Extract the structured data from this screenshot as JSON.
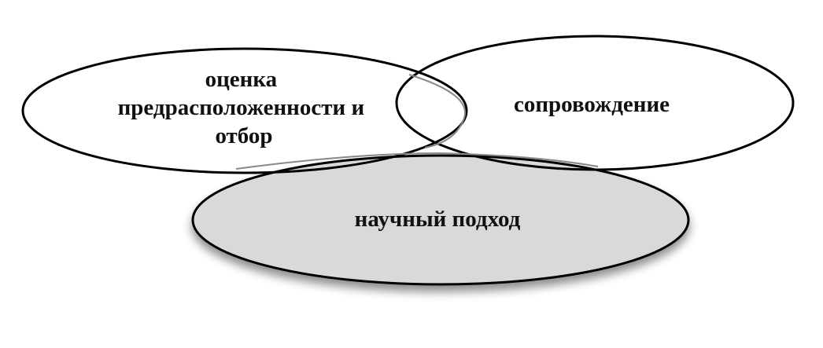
{
  "diagram": {
    "ellipses": [
      {
        "id": "assessment",
        "label_lines": [
          "оценка",
          "предрасположенности и",
          "отбор"
        ],
        "fill": "#ffffff",
        "stroke": "#000000"
      },
      {
        "id": "support",
        "label_lines": [
          "сопровождение"
        ],
        "fill": "#ffffff",
        "stroke": "#000000"
      },
      {
        "id": "scientific",
        "label_lines": [
          "научный подход"
        ],
        "fill": "#d9d9d9",
        "stroke": "#000000"
      }
    ],
    "colors": {
      "background": "#ffffff",
      "overlap_stroke": "#888888"
    }
  }
}
